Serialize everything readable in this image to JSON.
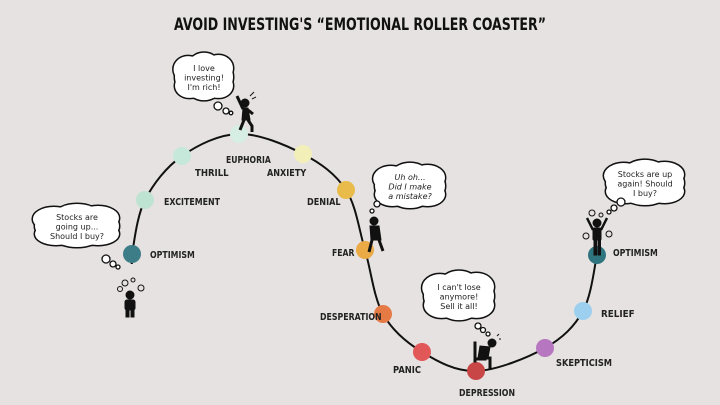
{
  "title": "AVOID INVESTING'S “EMOTIONAL ROLLER COASTER”",
  "stages": [
    {
      "label": "OPTIMISM",
      "color": "#3d7d88"
    },
    {
      "label": "EXCITEMENT",
      "color": "#bfe3d3"
    },
    {
      "label": "THRILL",
      "color": "#c5e8da"
    },
    {
      "label": "EUPHORIA",
      "color": "#d6eee3"
    },
    {
      "label": "ANXIETY",
      "color": "#f3efb8"
    },
    {
      "label": "DENIAL",
      "color": "#e9bb4a"
    },
    {
      "label": "FEAR",
      "color": "#eaaa45"
    },
    {
      "label": "DESPERATION",
      "color": "#e57a45"
    },
    {
      "label": "PANIC",
      "color": "#e25757"
    },
    {
      "label": "DEPRESSION",
      "color": "#c94646"
    },
    {
      "label": "SKEPTICISM",
      "color": "#b777c0"
    },
    {
      "label": "RELIEF",
      "color": "#9dd0ef"
    },
    {
      "label": "OPTIMISM",
      "color": "#2f7580"
    }
  ],
  "bubbles": [
    {
      "lines": [
        "Stocks are",
        "going up...",
        "Should I buy?"
      ]
    },
    {
      "lines": [
        "I love",
        "investing!",
        "I'm rich!"
      ]
    },
    {
      "lines": [
        "Uh oh...",
        "Did I make",
        "a mistake?"
      ]
    },
    {
      "lines": [
        "I can't lose",
        "anymore!",
        "Sell it all!"
      ]
    },
    {
      "lines": [
        "Stocks are up",
        "again! Should",
        "I buy?"
      ]
    }
  ]
}
